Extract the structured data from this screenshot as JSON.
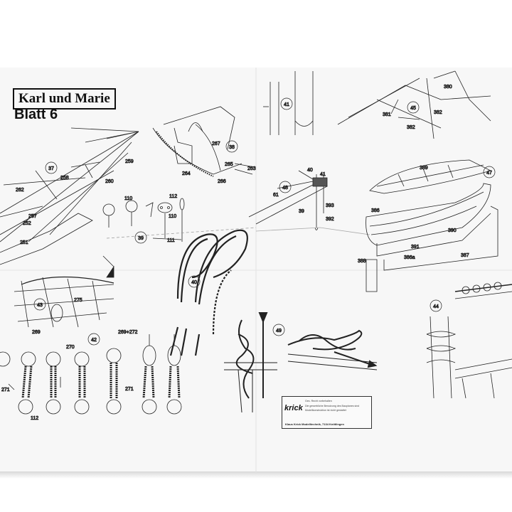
{
  "title": "Karl und Marie",
  "subtitle": "Blatt 6",
  "detail_numbers": [
    "37",
    "38",
    "39",
    "40",
    "41",
    "42",
    "43",
    "44",
    "45",
    "47",
    "48",
    "49"
  ],
  "part_labels": {
    "p251": "251",
    "p252": "252",
    "p257": "257",
    "p258": "258",
    "p259": "259",
    "p260": "260",
    "p262": "262",
    "p263": "263",
    "p264": "264",
    "p265": "265",
    "p266": "266",
    "p267": "267",
    "p110a": "110",
    "p110b": "110",
    "p111": "111",
    "p112a": "112",
    "p112b": "112",
    "p269": "269",
    "p269_272": "269+272",
    "p270": "270",
    "p271a": "271",
    "p271b": "271",
    "p275": "275",
    "p380": "380",
    "p381": "381",
    "p382a": "382",
    "p382b": "382",
    "p386": "386",
    "p386a": "386a",
    "p387": "387",
    "p388": "388",
    "p389": "389",
    "p390": "390",
    "p391": "391",
    "p39": "39",
    "p40": "40",
    "p41": "41",
    "p61": "61",
    "p392": "392",
    "p393": "393"
  },
  "stamp": {
    "brand": "krick",
    "lines": [
      "Ges. Recht vorbehalten",
      "Die gewerbliche Benutzung des Bauplanes sind",
      "Modellkonstruktion ist nicht gestattet"
    ],
    "footer": "Klaus Krick Modelltechnik, 7134 Knittlingen"
  },
  "colors": {
    "paper": "#f7f7f7",
    "ink": "#222222"
  }
}
